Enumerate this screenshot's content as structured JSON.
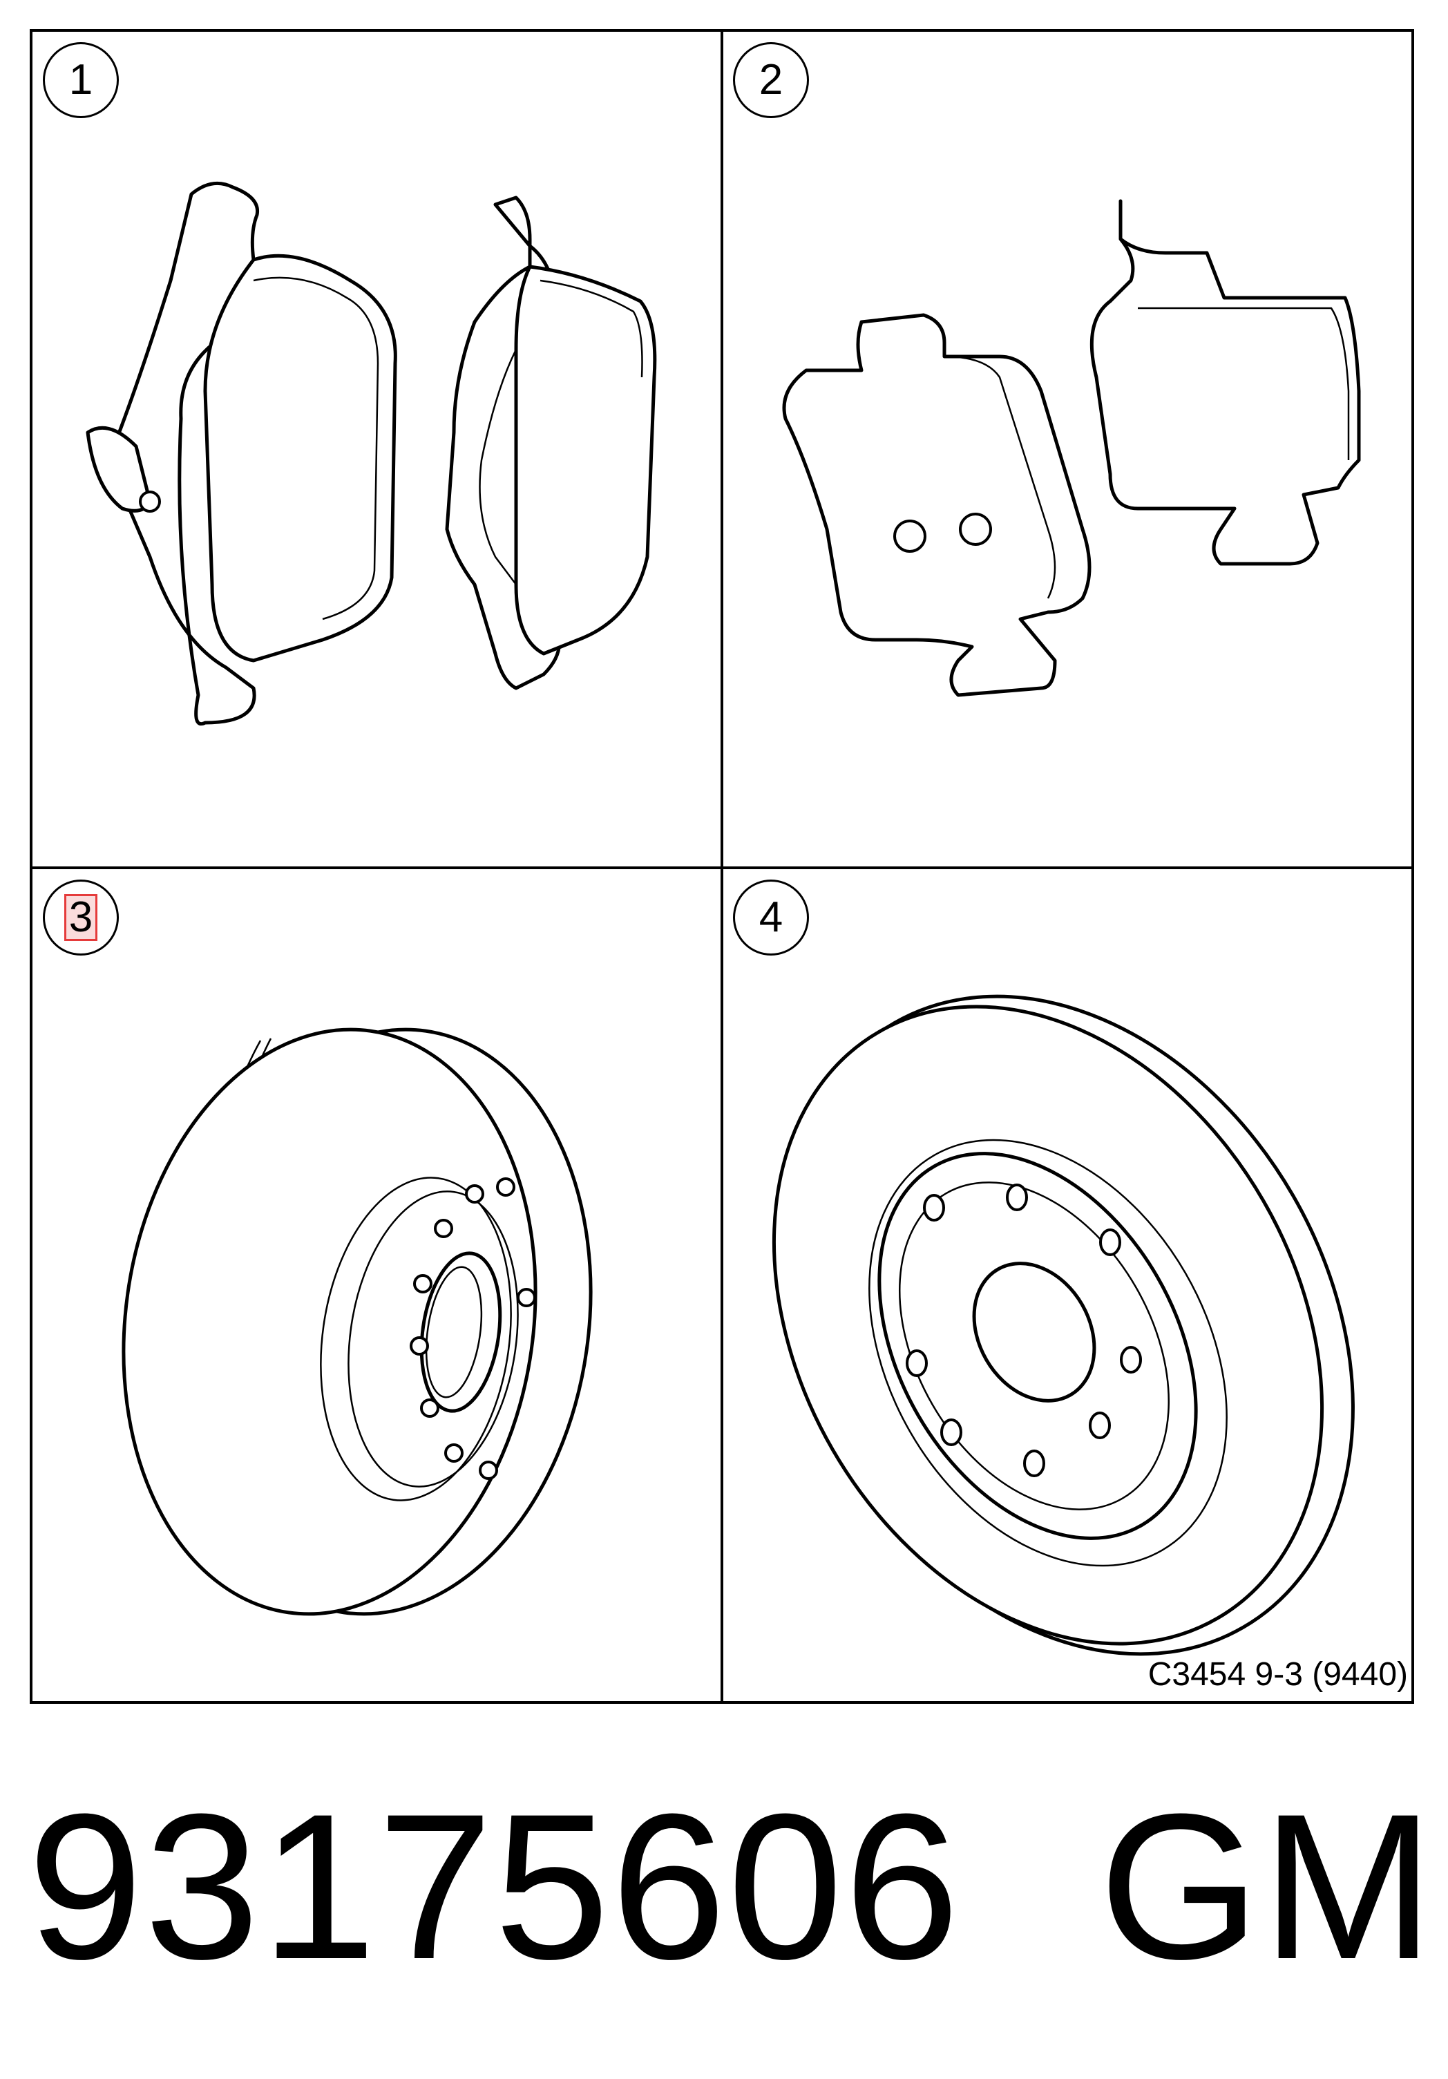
{
  "panels": [
    {
      "number": "1",
      "part": "front-brake-pads"
    },
    {
      "number": "2",
      "part": "rear-brake-pads"
    },
    {
      "number": "3",
      "part": "front-brake-disc"
    },
    {
      "number": "4",
      "part": "rear-brake-disc"
    }
  ],
  "drawing_ref": "C3454 9-3 (9440)",
  "part_number": "93175606",
  "brand": "GM"
}
